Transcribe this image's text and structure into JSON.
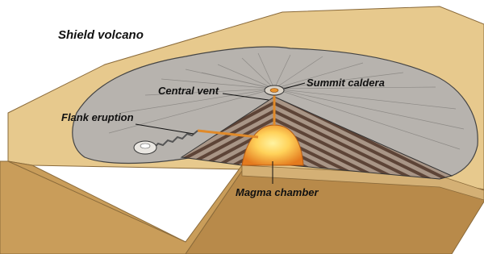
{
  "diagram": {
    "title": "Shield volcano",
    "labels": {
      "central_vent": "Central vent",
      "flank_eruption": "Flank eruption",
      "summit_caldera": "Summit caldera",
      "magma_chamber": "Magma chamber"
    },
    "colors": {
      "ground_top": "#e7c98d",
      "ground_front": "#c99d5a",
      "ground_side": "#b88a4a",
      "volcano_surface": "#b7b3ae",
      "volcano_strata_light": "#a89586",
      "volcano_strata_dark": "#5d4437",
      "magma": "#f3a33a",
      "magma_core": "#ffe07a",
      "outline": "#333333"
    }
  }
}
